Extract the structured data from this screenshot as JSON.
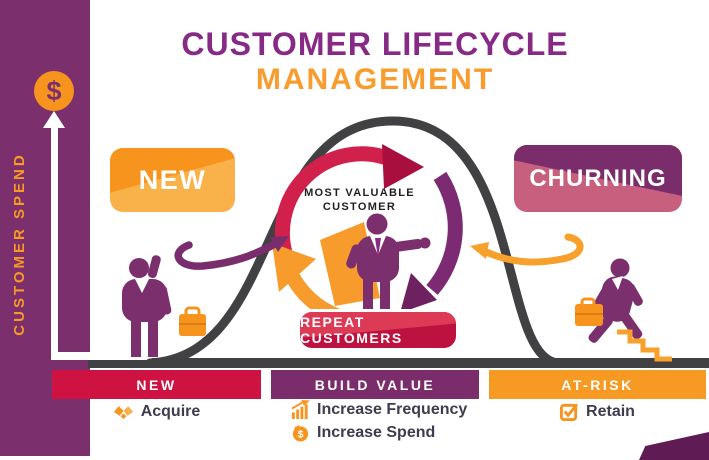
{
  "title": {
    "line1": "CUSTOMER LIFECYCLE",
    "line2": "MANAGEMENT"
  },
  "axis": {
    "label": "CUSTOMER SPEND",
    "coin_symbol": "$"
  },
  "badges": {
    "new": "NEW",
    "churning": "CHURNING"
  },
  "core": {
    "label": "MOST VALUABLE CUSTOMER",
    "repeat_badge": "REPEAT CUSTOMERS"
  },
  "phases": [
    {
      "label": "NEW",
      "color": "#ce1343",
      "actions": [
        {
          "icon": "handshake-icon",
          "label": "Acquire"
        }
      ]
    },
    {
      "label": "BUILD VALUE",
      "color": "#7b2d6b",
      "actions": [
        {
          "icon": "growth-chart-icon",
          "label": "Increase Frequency"
        },
        {
          "icon": "piggy-bank-icon",
          "label": "Increase Spend"
        }
      ]
    },
    {
      "label": "AT-RISK",
      "color": "#f79a23",
      "actions": [
        {
          "icon": "checkbox-icon",
          "label": "Retain"
        }
      ]
    }
  ],
  "colors": {
    "purple": "#7b2d6b",
    "title_purple": "#872a85",
    "orange": "#f79a23",
    "crimson": "#ce1343",
    "charcoal": "#414042",
    "text_dark": "#3e3c4e",
    "pink": "#c7607f",
    "light_orange": "#f9b24a"
  }
}
